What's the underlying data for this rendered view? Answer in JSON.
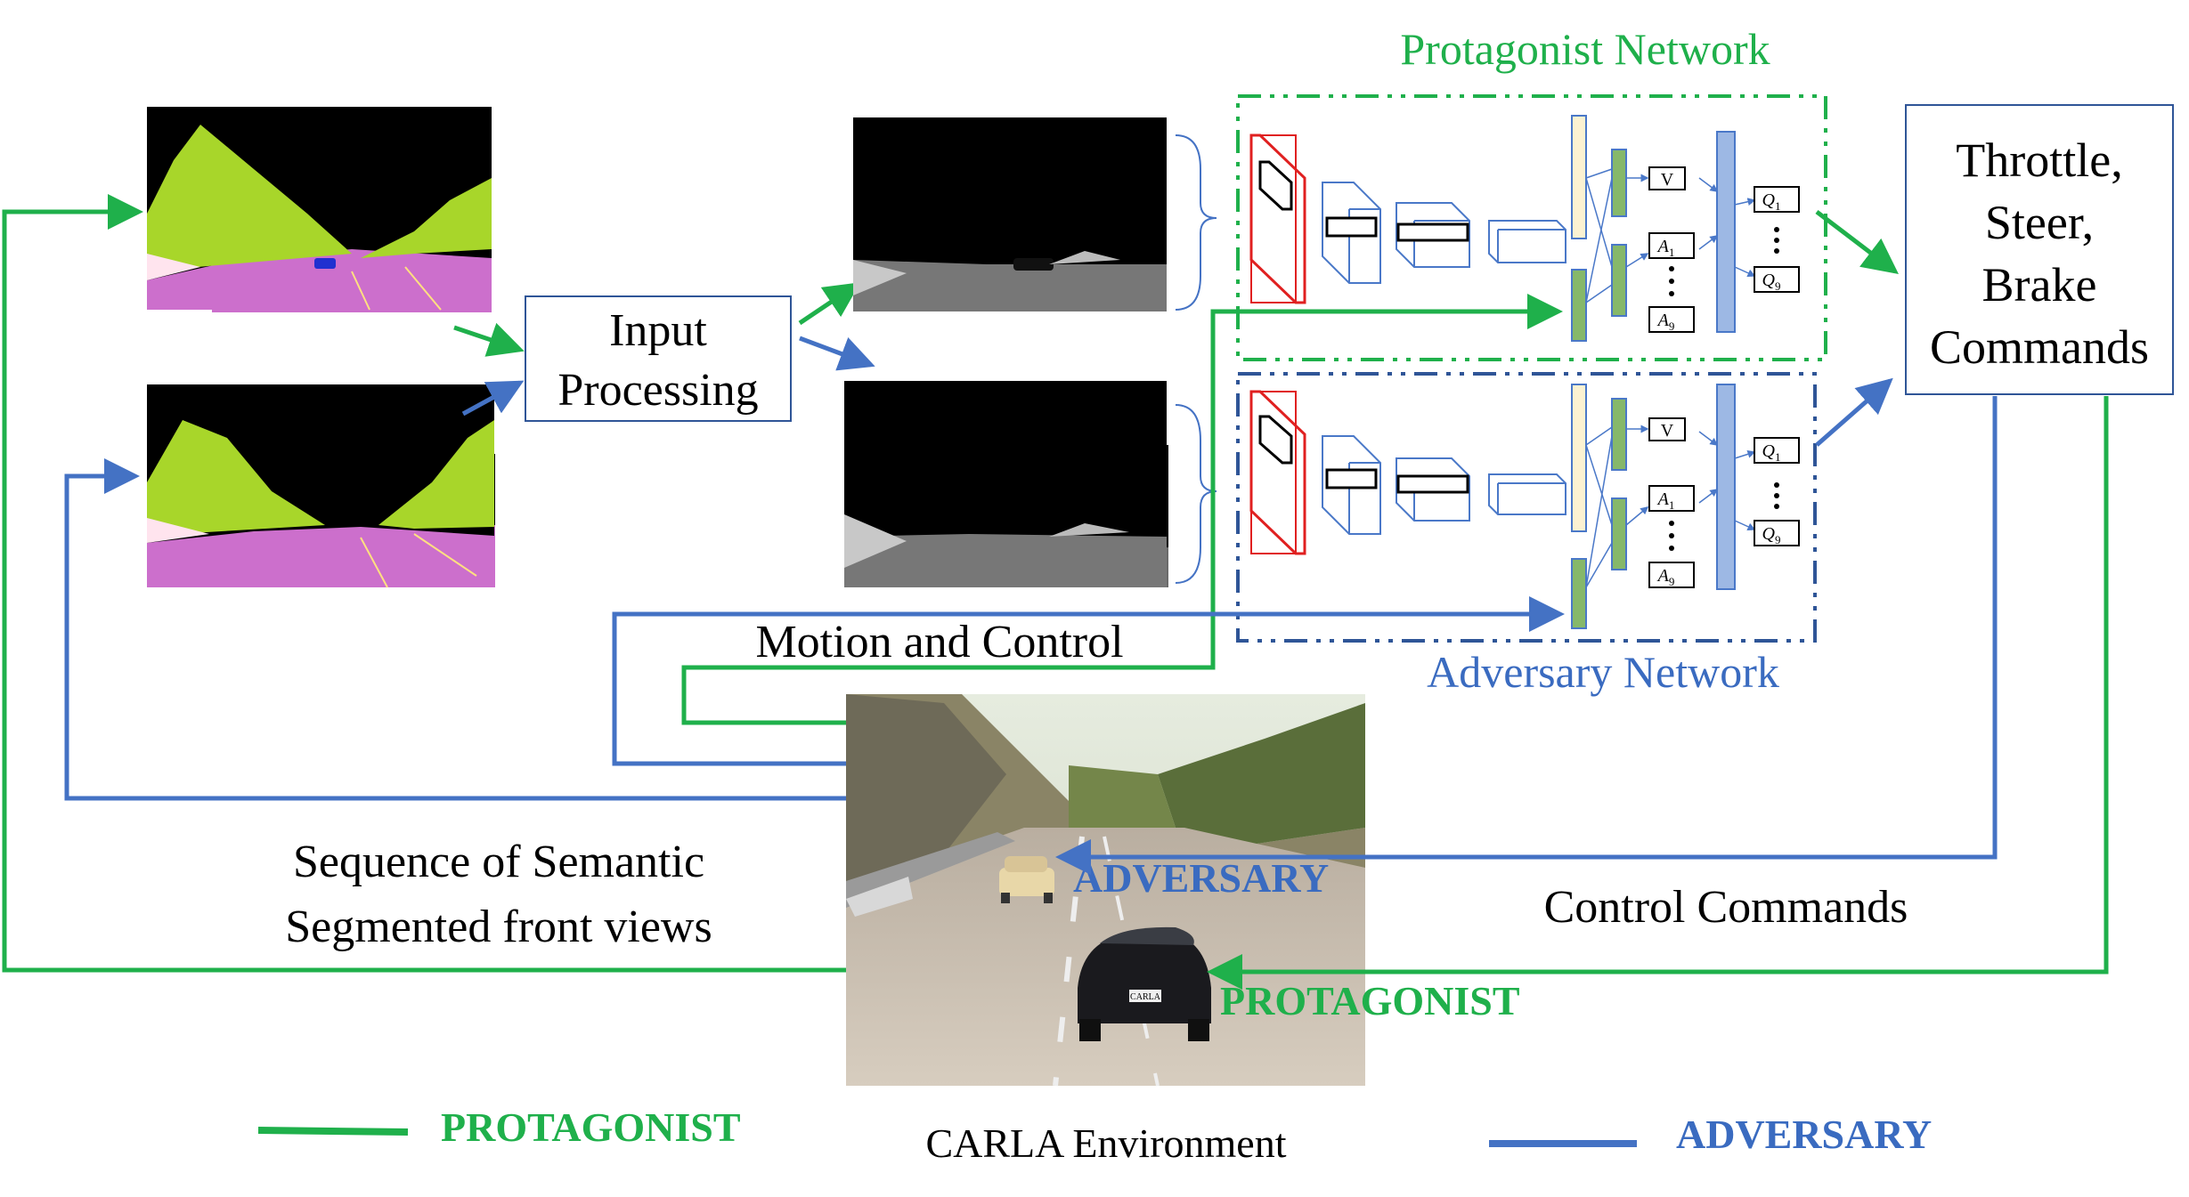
{
  "labels": {
    "protagonist_network": "Protagonist Network",
    "adversary_network": "Adversary Network",
    "input_processing_line1": "Input",
    "input_processing_line2": "Processing",
    "commands_line1": "Throttle,",
    "commands_line2": "Steer,",
    "commands_line3": "Brake",
    "commands_line4": "Commands",
    "motion_and_control": "Motion and Control",
    "sequence_line1": "Sequence of Semantic",
    "sequence_line2": "Segmented front views",
    "control_commands": "Control Commands",
    "carla_environment": "CARLA Environment",
    "scene_adversary": "ADVERSARY",
    "scene_protagonist": "PROTAGONIST",
    "car_plate": "CARLA"
  },
  "network_labels": {
    "value": "V",
    "q_first": "Q",
    "q_first_sub": "1",
    "q_last": "Q",
    "q_last_sub": "9",
    "a_first": "A",
    "a_first_sub": "1",
    "a_last": "A",
    "a_last_sub": "9"
  },
  "legend": {
    "protagonist": "PROTAGONIST",
    "adversary": "ADVERSARY"
  },
  "colors": {
    "protagonist": "#1fb04b",
    "adversary": "#4472c4",
    "label_blue": "#3a6bc0",
    "conv_red": "#e02020",
    "conv_blue": "#4a78c8",
    "fc_yellow": "#fbf2d2",
    "fc_green": "#86b86a",
    "fc_blue": "#9db8e4",
    "segment_purple": "#cc6fcc",
    "segment_lime": "#a8d62a"
  }
}
